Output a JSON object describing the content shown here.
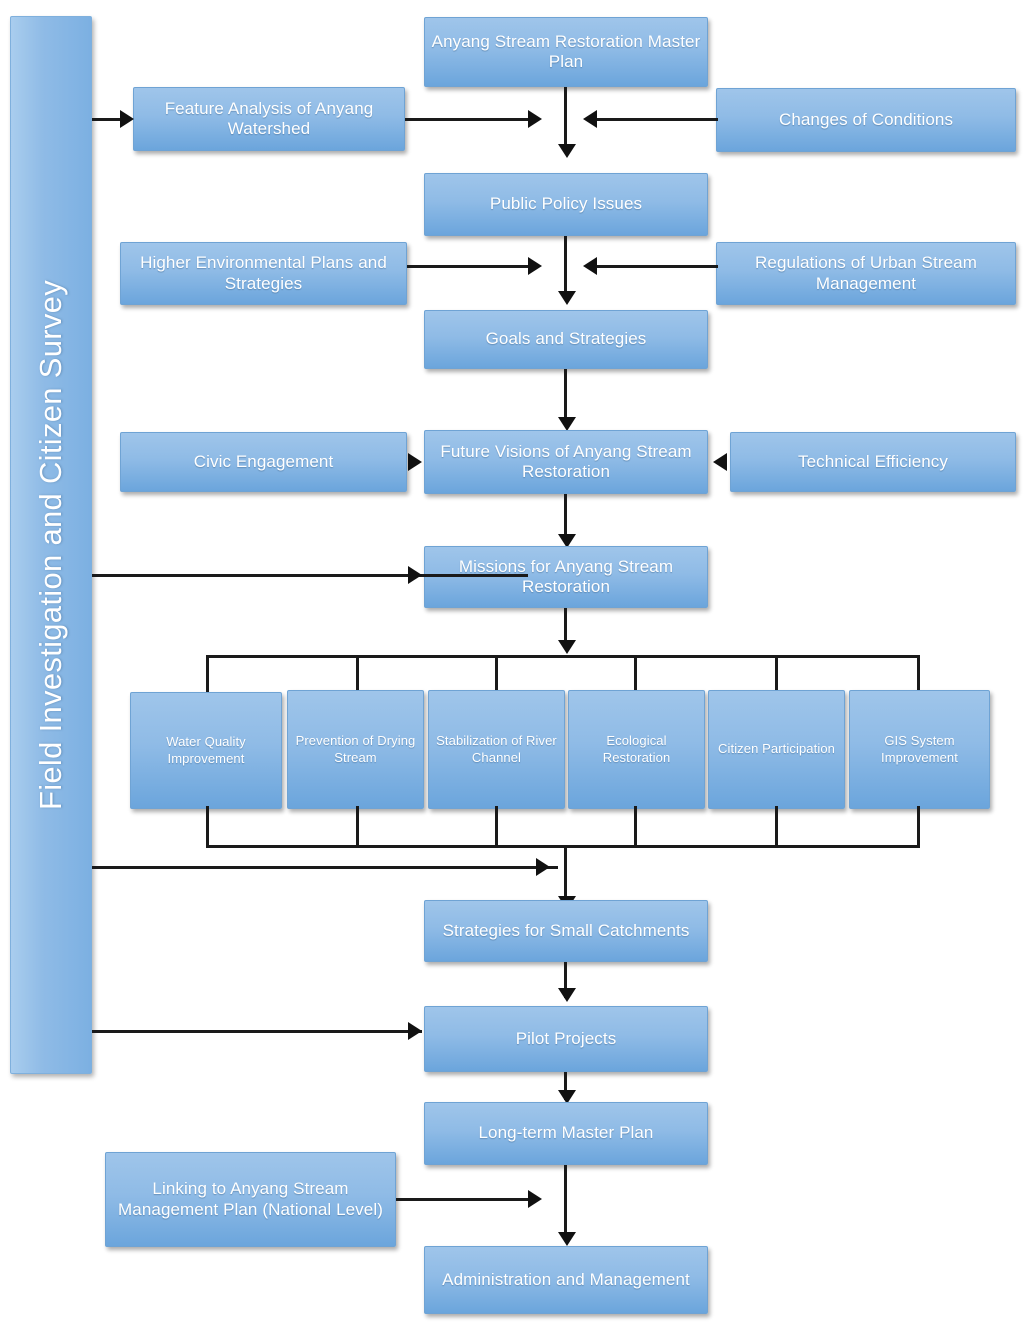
{
  "diagram": {
    "title": "Anyang Stream Restoration Master Plan flowchart",
    "accent_color": "#8fbbe6",
    "box_border_color": "#6fa3d4",
    "connector_color": "#1a1a1a",
    "text_color": "#ffffff",
    "background": "#ffffff"
  },
  "left_banner": {
    "label": "Field Investigation and Citizen Survey",
    "orientation": "vertical-rotated-90ccw"
  },
  "nodes": {
    "master_plan": "Anyang Stream Restoration Master Plan",
    "feature_analysis": "Feature Analysis of Anyang Watershed",
    "changes_conditions": "Changes of Conditions",
    "public_policy": "Public Policy Issues",
    "higher_env_plans": "Higher Environmental Plans and Strategies",
    "regulations_urban": "Regulations of Urban Stream Management",
    "goals_strategies": "Goals and Strategies",
    "civic_engagement": "Civic Engagement",
    "future_visions": "Future Visions of Anyang Stream Restoration",
    "technical_efficiency": "Technical Efficiency",
    "missions": "Missions for Anyang Stream Restoration",
    "strategies_small_catchments": "Strategies for Small Catchments",
    "pilot_projects": "Pilot Projects",
    "long_term_master_plan": "Long-term Master Plan",
    "linking_national": "Linking to Anyang Stream Management Plan (National Level)",
    "administration": "Administration and Management"
  },
  "mission_items": [
    "Water Quality Improvement",
    "Prevention of Drying Stream",
    "Stabilization of River Channel",
    "Ecological Restoration",
    "Citizen Participation",
    "GIS System Improvement"
  ]
}
